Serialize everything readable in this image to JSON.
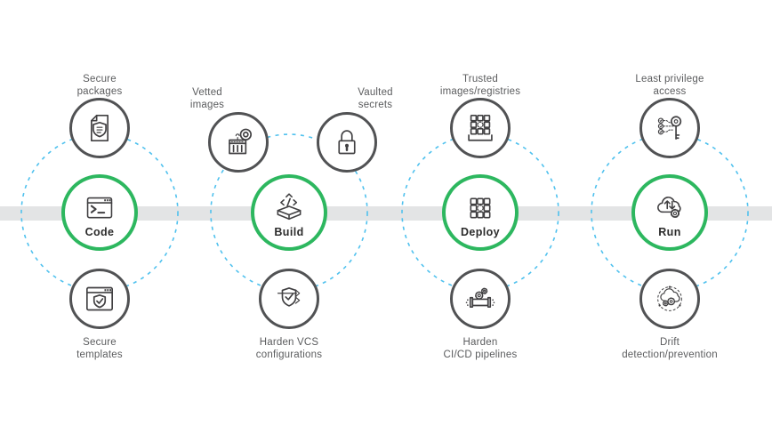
{
  "colors": {
    "accent_green": "#2db75f",
    "ring_gray": "#515254",
    "dashed_blue": "#4fc1ee",
    "bar_gray": "#e3e4e5",
    "icon_stroke": "#414042",
    "label_gray": "#5b5c5e",
    "stage_label": "#2b2b2b"
  },
  "pipeline": {
    "stages": [
      {
        "name": "Code",
        "icon": "terminal-window-icon",
        "satellites": [
          {
            "label": "Secure\npackages",
            "icon": "document-shield-icon",
            "position": "top"
          },
          {
            "label": "Secure\ntemplates",
            "icon": "window-shield-check-icon",
            "position": "bottom"
          }
        ]
      },
      {
        "name": "Build",
        "icon": "open-box-code-icon",
        "satellites": [
          {
            "label": "Vetted\nimages",
            "icon": "container-inspect-icon",
            "position": "top-left"
          },
          {
            "label": "Vaulted\nsecrets",
            "icon": "padlock-icon",
            "position": "top-right"
          },
          {
            "label": "Harden VCS\nconfigurations",
            "icon": "shield-check-branch-icon",
            "position": "bottom"
          }
        ]
      },
      {
        "name": "Deploy",
        "icon": "grid-dashed-center-icon",
        "satellites": [
          {
            "label": "Trusted\nimages/registries",
            "icon": "registry-grid-tray-icon",
            "position": "top"
          },
          {
            "label": "Harden\nCI/CD pipelines",
            "icon": "pipeline-gears-icon",
            "position": "bottom"
          }
        ]
      },
      {
        "name": "Run",
        "icon": "cloud-sync-gear-icon",
        "satellites": [
          {
            "label": "Least privilege\naccess",
            "icon": "key-permissions-icon",
            "position": "top"
          },
          {
            "label": "Drift\ndetection/prevention",
            "icon": "cloud-gears-monitor-icon",
            "position": "bottom"
          }
        ]
      }
    ]
  }
}
